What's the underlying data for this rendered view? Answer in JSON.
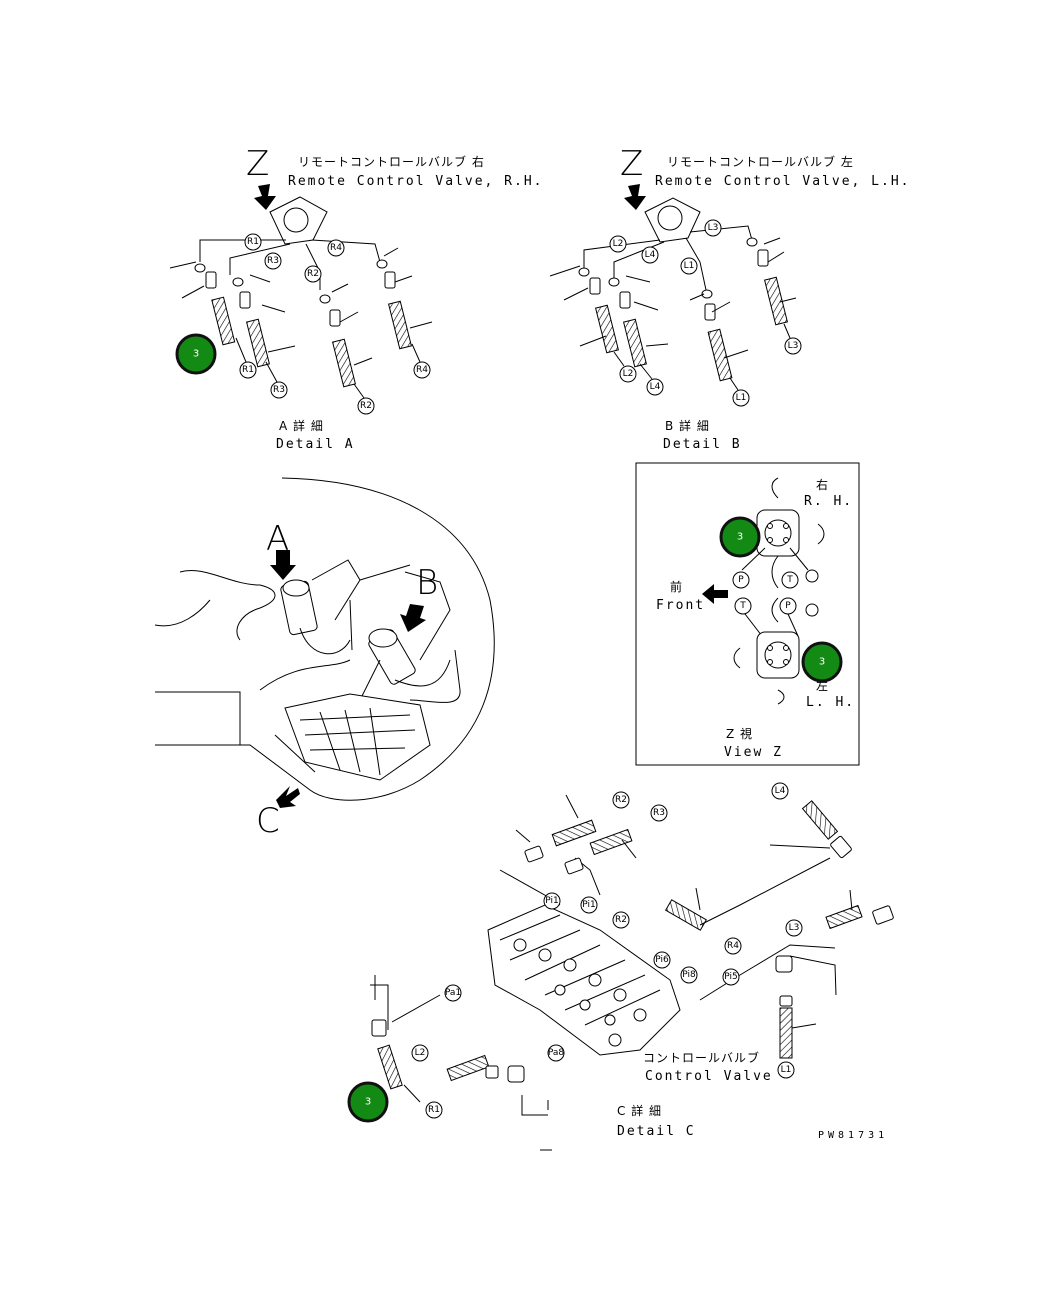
{
  "detail_a": {
    "view_letter": "Z",
    "title_jp": "リモートコントロールバルブ 右",
    "title_en": "Remote Control Valve, R.H.",
    "caption_jp": "A 詳 細",
    "caption_en": "Detail A",
    "tags": [
      "R1",
      "R3",
      "R2",
      "R4",
      "R1",
      "R3",
      "R4",
      "R2"
    ]
  },
  "detail_b": {
    "view_letter": "Z",
    "title_jp": "リモートコントロールバルブ 左",
    "title_en": "Remote Control Valve, L.H.",
    "caption_jp": "B 詳 細",
    "caption_en": "Detail B",
    "tags": [
      "L3",
      "L2",
      "L4",
      "L1",
      "L3",
      "L2",
      "L4",
      "L1"
    ]
  },
  "overview": {
    "marker_a": "A",
    "marker_b": "B",
    "marker_c": "C"
  },
  "view_z": {
    "rh_jp": "右",
    "rh_en": "R. H.",
    "lh_jp": "左",
    "lh_en": "L. H.",
    "front_jp": "前",
    "front_en": "Front",
    "caption_jp": "Z 視",
    "caption_en": "View Z",
    "ports_top": [
      "P",
      "T"
    ],
    "ports_bottom": [
      "T",
      "P"
    ]
  },
  "detail_c": {
    "title_jp": "コントロールバルブ",
    "title_en": "Control Valve",
    "caption_jp": "C 詳 細",
    "caption_en": "Detail C",
    "tags": [
      "R2",
      "R3",
      "L4",
      "L3",
      "Pi1",
      "Pi1",
      "R2",
      "R4",
      "Pi6",
      "Pi8",
      "Pi5",
      "Pa1",
      "Pa8",
      "L2",
      "L1",
      "R1"
    ]
  },
  "callouts": [
    "3",
    "3",
    "3",
    "3"
  ],
  "drawing_number": "PW81731"
}
